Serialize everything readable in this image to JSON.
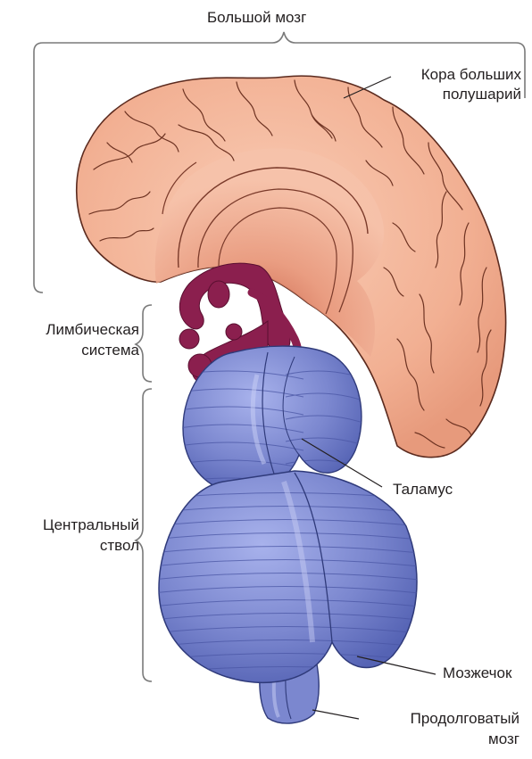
{
  "labels": {
    "cerebrum": "Большой мозг",
    "cortex_line1": "Кора больших",
    "cortex_line2": "полушарий",
    "limbic_line1": "Лимбическая",
    "limbic_line2": "система",
    "thalamus": "Таламус",
    "brainstem_line1": "Центральный",
    "brainstem_line2": "ствол",
    "cerebellum": "Мозжечок",
    "medulla_line1": "Продолговатый",
    "medulla_line2": "мозг"
  },
  "colors": {
    "cortex": "#f4b79c",
    "cortex_dark": "#d98a70",
    "cortex_line": "#7a3a2a",
    "limbic": "#8b1f4e",
    "brainstem": "#7b87cf",
    "brainstem_dark": "#5462b0",
    "bracket": "#7a7a7a"
  }
}
